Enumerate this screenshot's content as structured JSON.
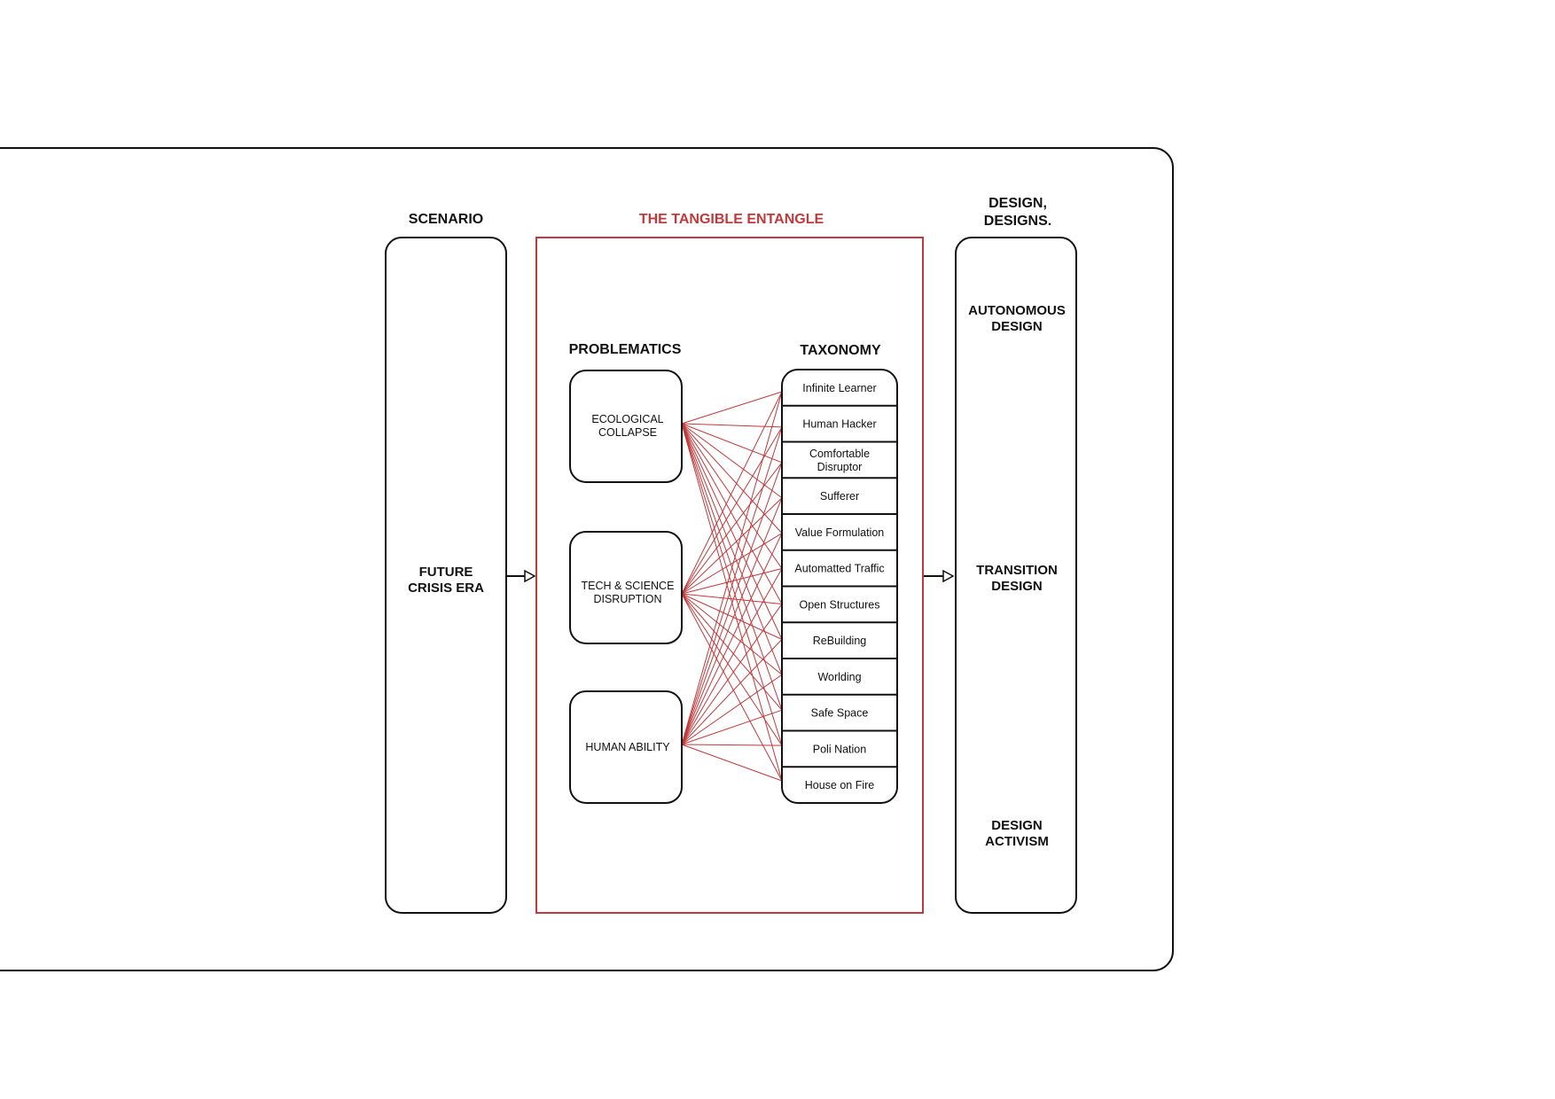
{
  "headers": {
    "scenario": "SCENARIO",
    "entangle": "THE TANGIBLE ENTANGLE",
    "design_line1": "DESIGN,",
    "design_line2": "DESIGNS.",
    "problematics": "PROBLEMATICS",
    "taxonomy": "TAXONOMY"
  },
  "scenario": {
    "line1": "FUTURE",
    "line2": "CRISIS ERA"
  },
  "problematics": [
    {
      "line1": "ECOLOGICAL",
      "line2": "COLLAPSE"
    },
    {
      "line1": "TECH & SCIENCE",
      "line2": "DISRUPTION"
    },
    {
      "line1": "HUMAN ABILITY",
      "line2": ""
    }
  ],
  "taxonomy": [
    {
      "line1": "Infinite Learner",
      "line2": ""
    },
    {
      "line1": "Human Hacker",
      "line2": ""
    },
    {
      "line1": "Comfortable",
      "line2": "Disruptor"
    },
    {
      "line1": "Sufferer",
      "line2": ""
    },
    {
      "line1": "Value Formulation",
      "line2": ""
    },
    {
      "line1": "Automatted Traffic",
      "line2": ""
    },
    {
      "line1": "Open Structures",
      "line2": ""
    },
    {
      "line1": "ReBuilding",
      "line2": ""
    },
    {
      "line1": "Worlding",
      "line2": ""
    },
    {
      "line1": "Safe Space",
      "line2": ""
    },
    {
      "line1": "Poli Nation",
      "line2": ""
    },
    {
      "line1": "House on Fire",
      "line2": ""
    }
  ],
  "designs": [
    {
      "line1": "AUTONOMOUS",
      "line2": "DESIGN"
    },
    {
      "line1": "TRANSITION",
      "line2": "DESIGN"
    },
    {
      "line1": "DESIGN",
      "line2": "ACTIVISM"
    }
  ],
  "colors": {
    "accent": "#c0393b",
    "ink": "#111111"
  }
}
